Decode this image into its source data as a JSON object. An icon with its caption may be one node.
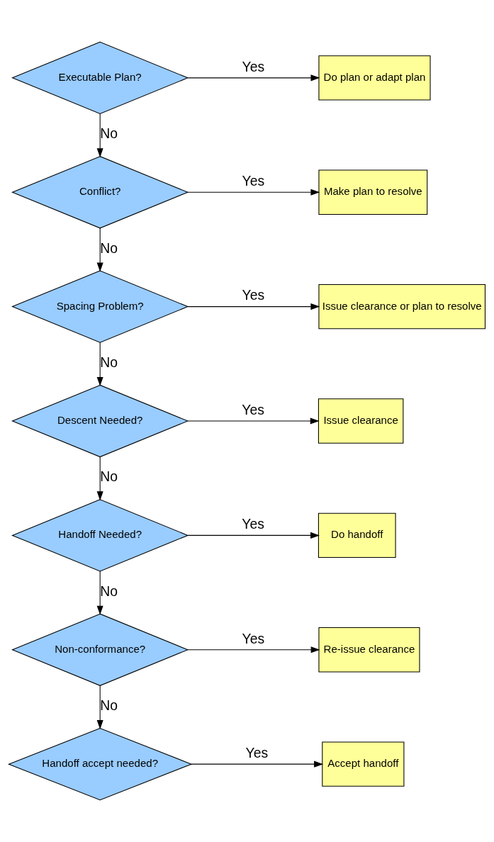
{
  "diagram": {
    "nodes": [
      {
        "text": [
          "Executable Plan?"
        ]
      },
      {
        "text": [
          "Do plan or adapt plan"
        ]
      },
      {
        "text": [
          "Conflict?"
        ]
      },
      {
        "text": [
          "Make plan to resolve"
        ]
      },
      {
        "text": [
          "Spacing Problem?"
        ]
      },
      {
        "text": [
          "Issue clearance or plan to resolve"
        ]
      },
      {
        "text": [
          "Descent Needed?"
        ]
      },
      {
        "text": [
          "Issue clearance"
        ]
      },
      {
        "text": [
          "Handoff Needed?"
        ]
      },
      {
        "text": [
          "Do handoff"
        ]
      },
      {
        "text": [
          "Non-conformance?"
        ]
      },
      {
        "text": [
          "Re-issue clearance"
        ]
      },
      {
        "text": [
          "Handoff accept needed?"
        ]
      },
      {
        "text": [
          "Accept handoff"
        ]
      }
    ],
    "edges": [
      {
        "from": 0,
        "to": 1,
        "arrow": "to",
        "label": "Yes"
      },
      {
        "from": 0,
        "to": 2,
        "arrow": "to",
        "label": "No"
      },
      {
        "from": 2,
        "to": 3,
        "arrow": "to",
        "label": "Yes"
      },
      {
        "from": 2,
        "to": 4,
        "arrow": "to",
        "label": "No"
      },
      {
        "from": 4,
        "to": 5,
        "arrow": "to",
        "label": "Yes"
      },
      {
        "from": 4,
        "to": 6,
        "arrow": "to",
        "label": "No"
      },
      {
        "from": 6,
        "to": 7,
        "arrow": "to",
        "label": "Yes"
      },
      {
        "from": 6,
        "to": 8,
        "arrow": "to",
        "label": "No"
      },
      {
        "from": 8,
        "to": 9,
        "arrow": "to",
        "label": "Yes"
      },
      {
        "from": 8,
        "to": 10,
        "arrow": "to",
        "label": "No"
      },
      {
        "from": 10,
        "to": 11,
        "arrow": "to",
        "label": "Yes"
      },
      {
        "from": 10,
        "to": 12,
        "arrow": "to",
        "label": "No"
      },
      {
        "from": 12,
        "to": 13,
        "arrow": "to",
        "label": "Yes"
      }
    ]
  }
}
